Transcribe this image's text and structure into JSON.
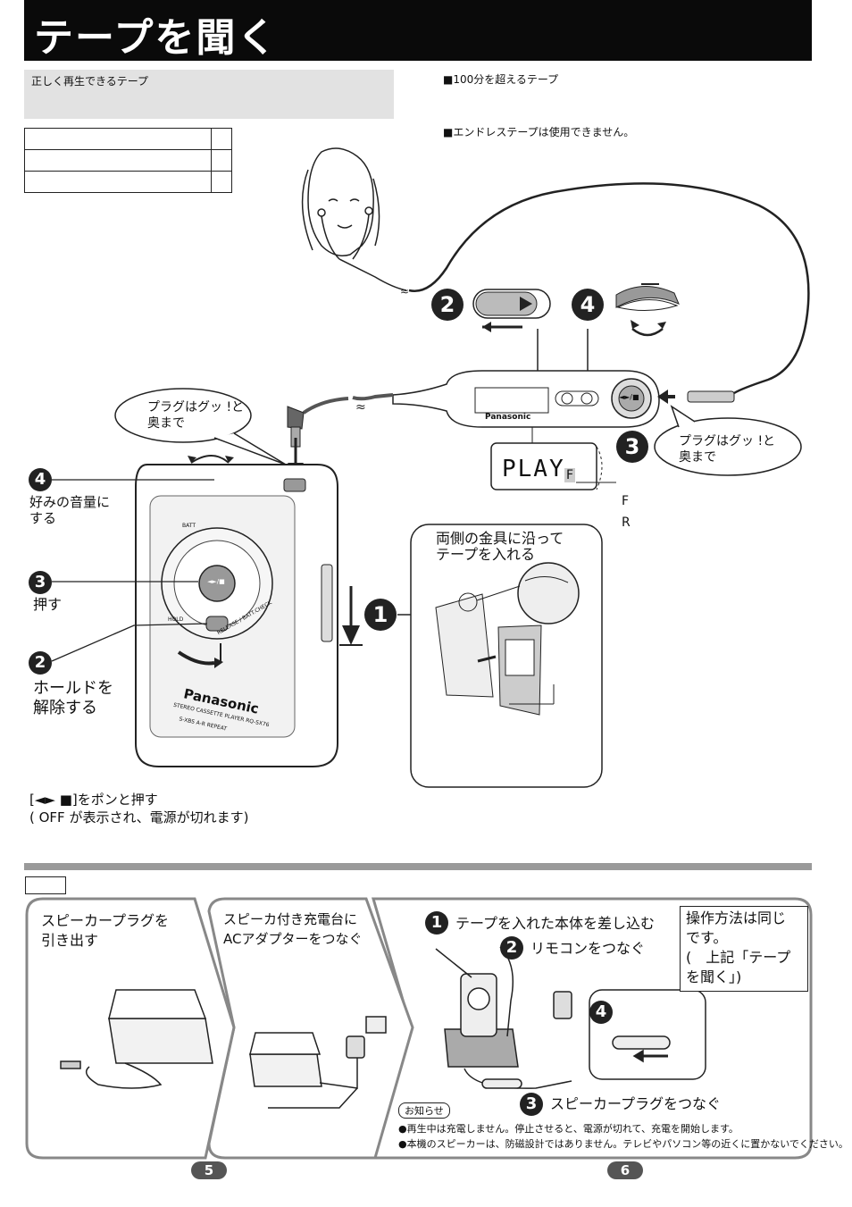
{
  "page": {
    "title": "テープを聞く"
  },
  "tape_section": {
    "heading": "正しく再生できるテープ",
    "note_over_100": "■100分を超えるテープ",
    "note_endless": "■エンドレステープは使用できません。"
  },
  "remote_labels": {
    "step2": "2",
    "step4": "4",
    "step3": "3",
    "display_text": "PLAY",
    "display_suffix": "F",
    "play_button_glyph": "◄►/■",
    "brand": "Panasonic",
    "bubble_right_line1": "プラグはグッ !と",
    "bubble_right_line2": "奥まで",
    "dir_f": "F",
    "dir_r": "R"
  },
  "player_labels": {
    "bubble_left_line1": "プラグはグッ !と",
    "bubble_left_line2": "奥まで",
    "step4_num": "4",
    "step4_line1": "好みの音量に",
    "step4_line2": "する",
    "step3_num": "3",
    "step3_text": "押す",
    "step2_num": "2",
    "step2_line1": "ホールドを",
    "step2_line2": "解除する",
    "brand": "Panasonic",
    "model_line1": "STEREO CASSETTE PLAYER RQ-SX76",
    "model_line2": "S-XBS A-R REPEAT",
    "center_button": "◄►/■",
    "release_text": "RELEASE / BATT.CHECK",
    "hold_text": "HOLD",
    "batt_text": "BATT"
  },
  "insert_box": {
    "step1_num": "1",
    "line1": "両側の金具に沿って",
    "line2": "テープを入れる"
  },
  "stop_note": {
    "line1": "[◄► ■]をポンと押す",
    "line2": "( OFF が表示され、電源が切れます)"
  },
  "bottom": {
    "panel1_line1": "スピーカープラグを",
    "panel1_line2": "引き出す",
    "panel2_line1": "スピーカ付き充電台に",
    "panel2_line2": "ACアダプターをつなぐ",
    "step1_num": "1",
    "step1_text": "テープを入れた本体を差し込む",
    "step2_num": "2",
    "step2_text": "リモコンをつなぐ",
    "step3_num": "3",
    "step3_text": "スピーカープラグをつなぐ",
    "step4_num": "4",
    "ops_line1": "操作方法は同じ",
    "ops_line2": "です。",
    "ops_line3": "(　上記「テープ",
    "ops_line4": "を聞く」)",
    "notice_label": "お知らせ",
    "notice1": "●再生中は充電しません。停止させると、電源が切れて、充電を開始します。",
    "notice2": "●本機のスピーカーは、防磁設計ではありません。テレビやパソコン等の近くに置かないでください。",
    "page_left": "5",
    "page_right": "6"
  }
}
